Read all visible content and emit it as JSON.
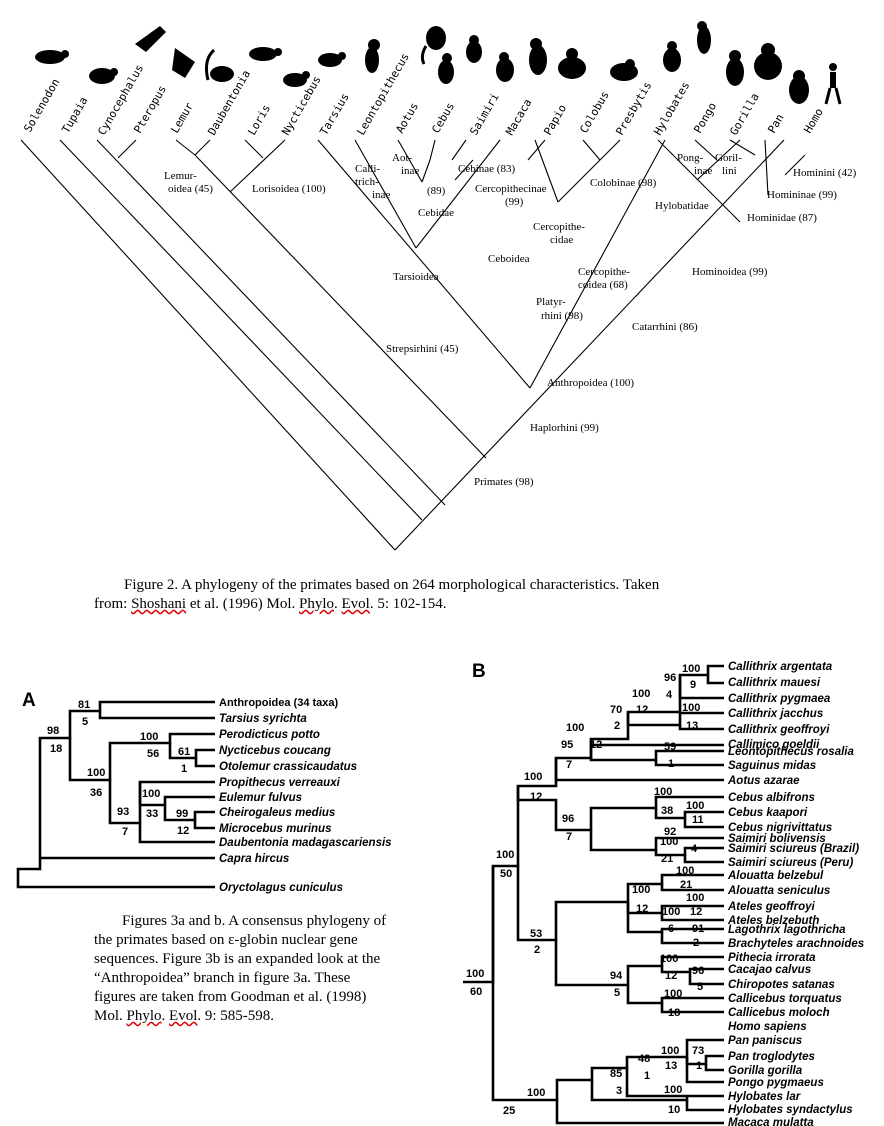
{
  "figure2": {
    "taxa": [
      "Solenodon",
      "Tupaia",
      "Cynocephalus",
      "Pteropus",
      "Lemur",
      "Daubentonia",
      "Loris",
      "Nycticebus",
      "Tarsius",
      "Leontopithecus",
      "Aotus",
      "Cebus",
      "Saimiri",
      "Macaca",
      "Papio",
      "Colobus",
      "Presbytis",
      "Hylobates",
      "Pongo",
      "Gorilla",
      "Pan",
      "Homo"
    ],
    "nodes": {
      "lemuroidea_1": "Lemur-",
      "lemuroidea_2": "oidea (45)",
      "lorisoidea": "Lorisoidea (100)",
      "aotinae_1": "Aot-",
      "aotinae_2": "inae",
      "aotinae_3": "(89)",
      "callitrichinae_1": "Calli-",
      "callitrichinae_2": "trich-",
      "callitrichinae_3": "inae",
      "cebinae": "Cebinae (83)",
      "cebidae": "Cebidae",
      "ceboidea": "Ceboidea",
      "tarsioidea": "Tarsioidea",
      "platyrrhini_1": "Platyr-",
      "platyrrhini_2": "rhini (98)",
      "strepsirhini": "Strepsirhini (45)",
      "cercopithecinae_1": "Cercopithecinae",
      "cercopithecinae_2": "(99)",
      "colobinae": "Colobinae (98)",
      "cercopithecidae_1": "Cercopithe-",
      "cercopithecidae_2": "cidae",
      "cercopithecoidea_1": "Cercopithe-",
      "cercopithecoidea_2": "coidea (68)",
      "ponginae_1": "Pong-",
      "ponginae_2": "inae",
      "gorillini_1": "Goril-",
      "gorillini_2": "lini",
      "hominini": "Hominini (42)",
      "homininae": "Homininae (99)",
      "hylobatidae": "Hylobatidae",
      "hominidae": "Hominidae (87)",
      "hominoidea": "Hominoidea (99)",
      "catarrhini": "Catarrhini (86)",
      "anthropoidea": "Anthropoidea (100)",
      "haplorhini": "Haplorhini (99)",
      "primates": "Primates (98)"
    },
    "caption_1": "Figure 2.  A phylogeny of the primates based on 264 morphological characteristics.  Taken",
    "caption_2a": "from: ",
    "caption_2b": "Shoshani",
    "caption_2c": " et al. (1996) Mol. ",
    "caption_2d": "Phylo",
    "caption_2e": ". ",
    "caption_2f": "Evol",
    "caption_2g": ". 5: 102-154."
  },
  "figure3a": {
    "panel_label": "A",
    "taxa": [
      "Anthropoidea (34 taxa)",
      "Tarsius syrichta",
      "Perodicticus potto",
      "Nycticebus coucang",
      "Otolemur crassicaudatus",
      "Propithecus verreauxi",
      "Eulemur fulvus",
      "Cheirogaleus medius",
      "Microcebus murinus",
      "Daubentonia madagascariensis",
      "Capra hircus",
      "Oryctolagus cuniculus"
    ],
    "values": {
      "n81": "81",
      "n5": "5",
      "n98": "98",
      "n18": "18",
      "n100a": "100",
      "n56": "56",
      "n61": "61",
      "n1": "1",
      "n100b": "100",
      "n36": "36",
      "n100c": "100",
      "n33": "33",
      "n99": "99",
      "n12": "12",
      "n93": "93",
      "n7": "7"
    }
  },
  "figure3b": {
    "panel_label": "B",
    "taxa": [
      "Callithrix argentata",
      "Callithrix mauesi",
      "Callithrix pygmaea",
      "Callithrix jacchus",
      "Callithrix geoffroyi",
      "Callimico goeldii",
      "Leontopithecus rosalia",
      "Saguinus midas",
      "Aotus azarae",
      "Cebus albifrons",
      "Cebus kaapori",
      "Cebus nigrivittatus",
      "Saimiri bolivensis",
      "Saimiri sciureus (Brazil)",
      "Saimiri sciureus (Peru)",
      "Alouatta belzebul",
      "Alouatta seniculus",
      "Ateles geoffroyi",
      "Ateles belzebuth",
      "Lagothrix lagothricha",
      "Brachyteles arachnoides",
      "Pithecia irrorata",
      "Cacajao calvus",
      "Chiropotes satanas",
      "Callicebus torquatus",
      "Callicebus moloch",
      "Homo sapiens",
      "Pan paniscus",
      "Pan troglodytes",
      "Gorilla gorilla",
      "Pongo pygmaeus",
      "Hylobates lar",
      "Hylobates syndactylus",
      "Macaca mulatta"
    ],
    "values": {
      "b100a": "100",
      "b9": "9",
      "b96a": "96",
      "b4a": "4",
      "b100b": "100",
      "b13": "13",
      "b100c": "100",
      "b12a": "12",
      "b70": "70",
      "b2a": "2",
      "b100d": "100",
      "b12b": "12",
      "b59": "59",
      "b1a": "1",
      "b95": "95",
      "b7a": "7",
      "b100e": "100",
      "b12c": "12",
      "b100f": "100",
      "b100g": "100",
      "b38": "38",
      "b11": "11",
      "b96b": "96",
      "b7b": "7",
      "b92": "92",
      "b100h": "100",
      "b4b": "4",
      "b21a": "21",
      "b100i": "100",
      "b50": "50",
      "b100j": "100",
      "b21b": "21",
      "b100k": "100",
      "b100l": "100",
      "b12d": "12",
      "b12e": "12",
      "b91": "91",
      "b6": "6",
      "b2b": "2",
      "b53": "53",
      "b2c": "2",
      "b100m": "100",
      "b94": "94",
      "b96c": "96",
      "b12f": "12",
      "b5": "5",
      "b5b": "5",
      "b100n": "100",
      "b18": "18",
      "b100o": "100",
      "b60": "60",
      "b73": "73",
      "b100p": "100",
      "b1b": "1",
      "b13b": "13",
      "b48": "48",
      "b1c": "1",
      "b85": "85",
      "b3": "3",
      "b100q": "100",
      "b10": "10",
      "b100r": "100",
      "b25": "25"
    }
  },
  "caption3": {
    "l1": "Figures 3a and b.  A consensus phylogeny of",
    "l2": "the primates based on ε-globin nuclear gene",
    "l3": "sequences.  Figure 3b is an expanded look at the",
    "l4": "“Anthropoidea” branch in figure 3a.  These",
    "l5": "figures are taken from Goodman et al. (1998)",
    "l6a": "Mol. ",
    "l6b": "Phylo",
    "l6c": ". ",
    "l6d": "Evol",
    "l6e": ". 9: 585-598."
  }
}
